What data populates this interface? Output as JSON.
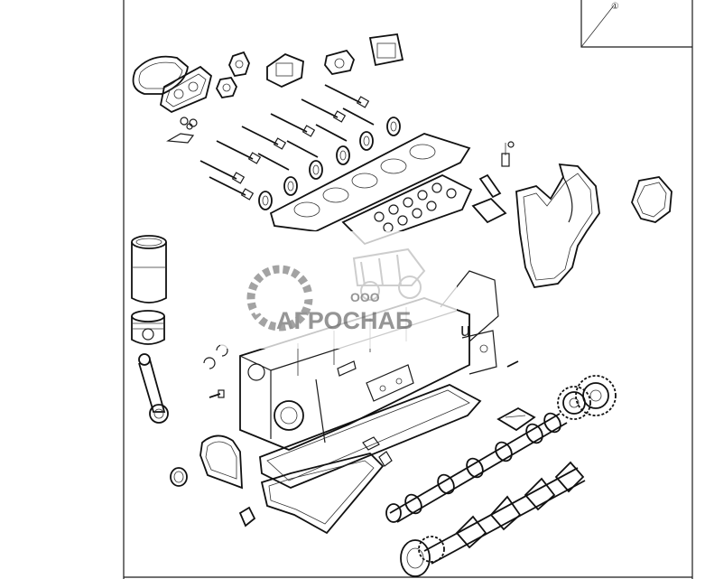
{
  "diagram": {
    "callout_number": "①",
    "watermark": {
      "company_prefix": "ООО",
      "company_name": "АГРОСНАБ"
    },
    "stray_label": "u"
  }
}
